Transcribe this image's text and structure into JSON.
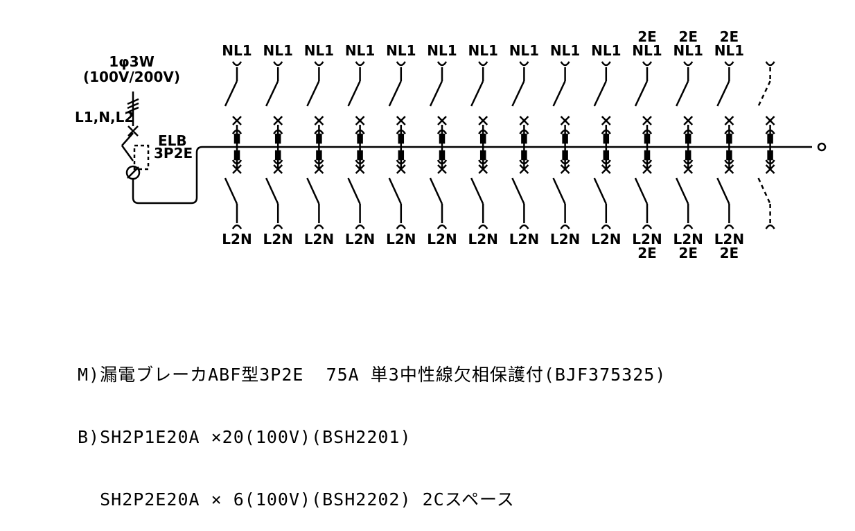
{
  "main_breaker": {
    "supply_line1": "1φ3W",
    "supply_line2": "(100V/200V)",
    "phases": "L1,N,L2",
    "type": "ELB",
    "poles": "3P2E"
  },
  "top_branches": [
    {
      "top": "",
      "label": "NL1",
      "dashed": false
    },
    {
      "top": "",
      "label": "NL1",
      "dashed": false
    },
    {
      "top": "",
      "label": "NL1",
      "dashed": false
    },
    {
      "top": "",
      "label": "NL1",
      "dashed": false
    },
    {
      "top": "",
      "label": "NL1",
      "dashed": false
    },
    {
      "top": "",
      "label": "NL1",
      "dashed": false
    },
    {
      "top": "",
      "label": "NL1",
      "dashed": false
    },
    {
      "top": "",
      "label": "NL1",
      "dashed": false
    },
    {
      "top": "",
      "label": "NL1",
      "dashed": false
    },
    {
      "top": "",
      "label": "NL1",
      "dashed": false
    },
    {
      "top": "2E",
      "label": "NL1",
      "dashed": false
    },
    {
      "top": "2E",
      "label": "NL1",
      "dashed": false
    },
    {
      "top": "2E",
      "label": "NL1",
      "dashed": false
    },
    {
      "top": "",
      "label": "",
      "dashed": true
    }
  ],
  "bottom_branches": [
    {
      "label": "L2N",
      "bottom": "",
      "dashed": false
    },
    {
      "label": "L2N",
      "bottom": "",
      "dashed": false
    },
    {
      "label": "L2N",
      "bottom": "",
      "dashed": false
    },
    {
      "label": "L2N",
      "bottom": "",
      "dashed": false
    },
    {
      "label": "L2N",
      "bottom": "",
      "dashed": false
    },
    {
      "label": "L2N",
      "bottom": "",
      "dashed": false
    },
    {
      "label": "L2N",
      "bottom": "",
      "dashed": false
    },
    {
      "label": "L2N",
      "bottom": "",
      "dashed": false
    },
    {
      "label": "L2N",
      "bottom": "",
      "dashed": false
    },
    {
      "label": "L2N",
      "bottom": "",
      "dashed": false
    },
    {
      "label": "L2N",
      "bottom": "2E",
      "dashed": false
    },
    {
      "label": "L2N",
      "bottom": "2E",
      "dashed": false
    },
    {
      "label": "L2N",
      "bottom": "2E",
      "dashed": false
    },
    {
      "label": "",
      "bottom": "",
      "dashed": true
    }
  ],
  "notes": [
    "M)漏電ブレーカABF型3P2E  75A 単3中性線欠相保護付(BJF375325)",
    "B)SH2P1E20A ×20(100V)(BSH2201)",
    "  SH2P2E20A × 6(100V)(BSH2202) 2Cスペース"
  ]
}
